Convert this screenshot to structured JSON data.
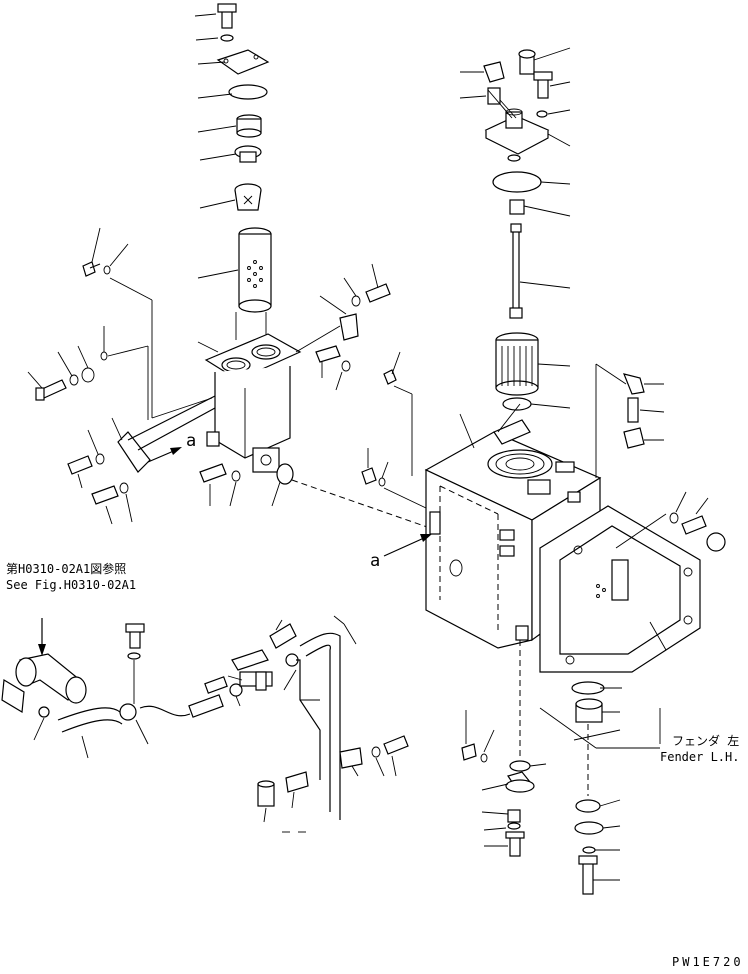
{
  "labels": {
    "ref_jp": "第H0310-02A1図参照",
    "ref_en": "See Fig.H0310-02A1",
    "fender_jp": "フェンダ 左",
    "fender_en": "Fender L.H.",
    "arrow_a1": "a",
    "arrow_a2": "a",
    "drawing_code": "PW1E720"
  },
  "colors": {
    "line": "#000000",
    "background": "#ffffff"
  }
}
